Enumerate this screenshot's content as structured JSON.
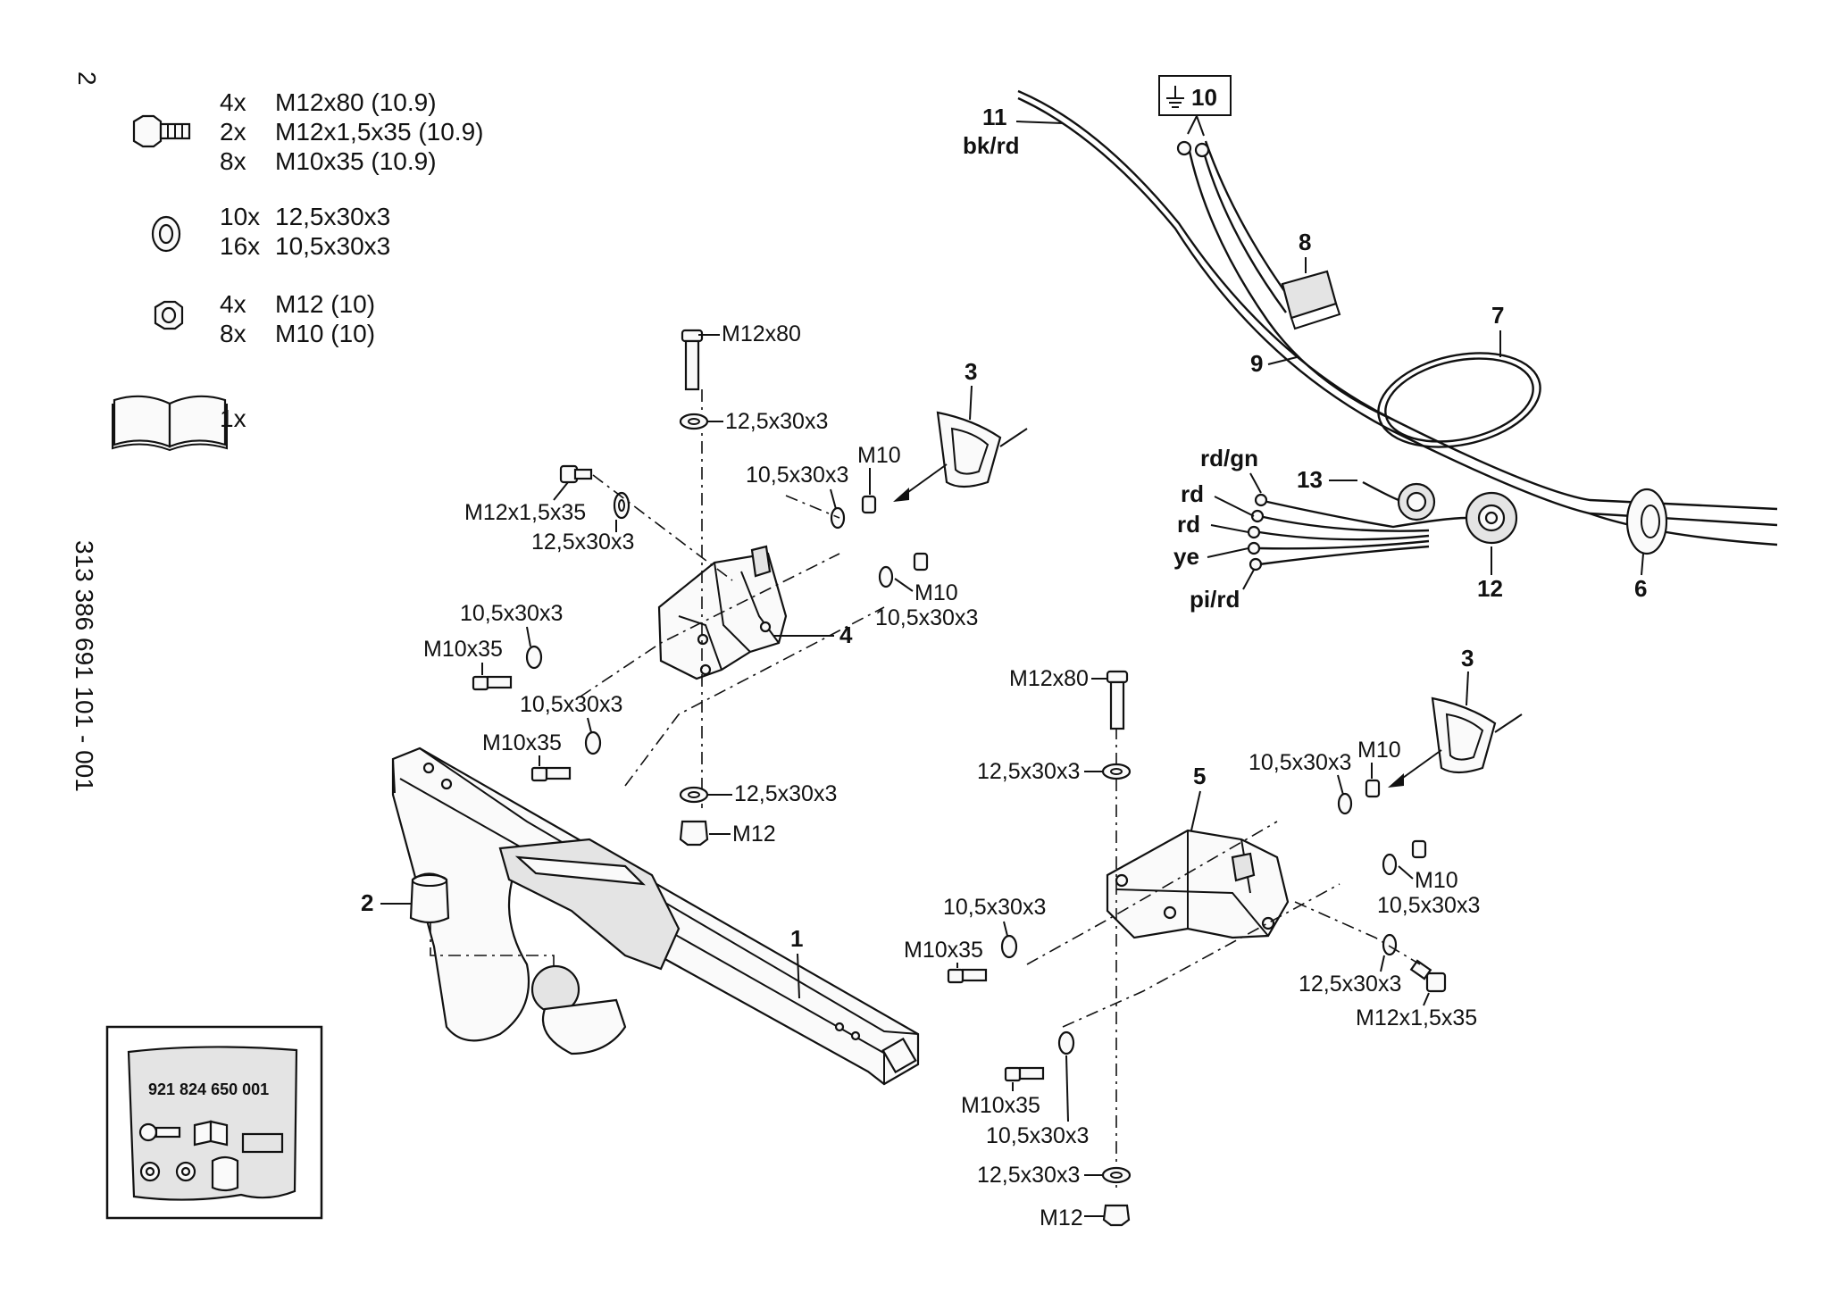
{
  "page_number": "2",
  "doc_number": "313 386 691 101 - 001",
  "kit_list": {
    "bolts": [
      {
        "qty": "4x",
        "spec": "M12x80 (10.9)"
      },
      {
        "qty": "2x",
        "spec": "M12x1,5x35 (10.9)"
      },
      {
        "qty": "8x",
        "spec": "M10x35 (10.9)"
      }
    ],
    "washers": [
      {
        "qty": "10x",
        "spec": "12,5x30x3"
      },
      {
        "qty": "16x",
        "spec": "10,5x30x3"
      }
    ],
    "nuts": [
      {
        "qty": "4x",
        "spec": "M12 (10)"
      },
      {
        "qty": "8x",
        "spec": "M10 (10)"
      }
    ],
    "manual": {
      "qty": "1x"
    }
  },
  "bag_label": "921 824 650 001",
  "callouts": {
    "n1": "1",
    "n2": "2",
    "n3a": "3",
    "n3b": "3",
    "n4": "4",
    "n5": "5",
    "n6": "6",
    "n7": "7",
    "n8": "8",
    "n9": "9",
    "n10": "10",
    "n11": "11",
    "n12": "12",
    "n13": "13"
  },
  "wire_colors": {
    "bkrd": "bk/rd",
    "rdgn": "rd/gn",
    "rd1": "rd",
    "rd2": "rd",
    "ye": "ye",
    "pird": "pi/rd"
  },
  "left_bracket_labels": {
    "m12x80": "M12x80",
    "w_top": "12,5x30x3",
    "m12x15x35": "M12x1,5x35",
    "w_side": "12,5x30x3",
    "w_r1": "10,5x30x3",
    "m10_r1": "M10",
    "m10_r2": "M10",
    "w_r2": "10,5x30x3",
    "w_l1": "10,5x30x3",
    "m10x35_1": "M10x35",
    "w_l2": "10,5x30x3",
    "m10x35_2": "M10x35",
    "w_bottom": "12,5x30x3",
    "m12": "M12"
  },
  "right_bracket_labels": {
    "m12x80": "M12x80",
    "w_top": "12,5x30x3",
    "w_r1": "10,5x30x3",
    "m10_r1": "M10",
    "m10_r2": "M10",
    "w_r2": "10,5x30x3",
    "w_l1": "10,5x30x3",
    "m10x35_1": "M10x35",
    "w_r3": "12,5x30x3",
    "m12x15x35": "M12x1,5x35",
    "m10x35_2": "M10x35",
    "w_l2": "10,5x30x3",
    "w_bottom": "12,5x30x3",
    "m12": "M12"
  }
}
